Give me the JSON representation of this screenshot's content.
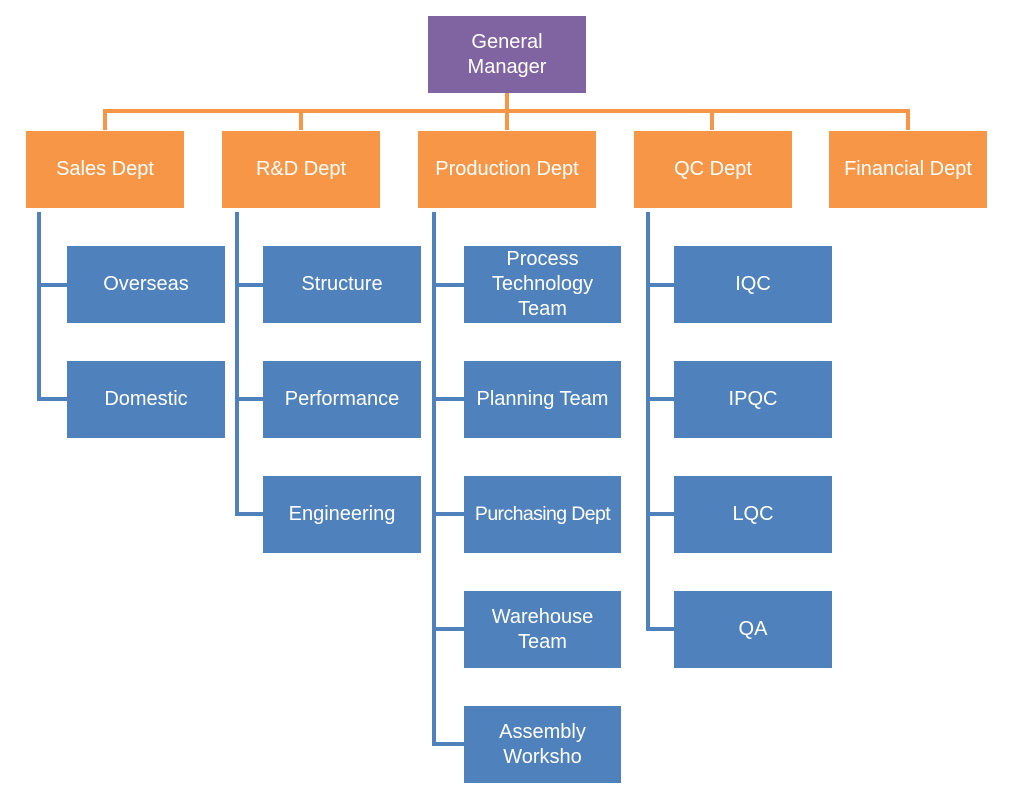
{
  "colors": {
    "general_manager": "#8064a2",
    "department": "#f79646",
    "team": "#4f81bd",
    "connector_top": "#f79646",
    "connector_team": "#4f81bd"
  },
  "general_manager": {
    "label": "General\nManager"
  },
  "departments": [
    {
      "label": "Sales Dept",
      "teams": [
        {
          "label": "Overseas"
        },
        {
          "label": "Domestic"
        }
      ]
    },
    {
      "label": "R&D Dept",
      "teams": [
        {
          "label": "Structure"
        },
        {
          "label": "Performance"
        },
        {
          "label": "Engineering"
        }
      ]
    },
    {
      "label": "Production Dept",
      "teams": [
        {
          "label": "Process\nTechnology\nTeam"
        },
        {
          "label": "Planning Team"
        },
        {
          "label": "Purchasing Dept"
        },
        {
          "label": "Warehouse\nTeam"
        },
        {
          "label": "Assembly\nWorksho"
        }
      ]
    },
    {
      "label": "QC Dept",
      "teams": [
        {
          "label": "IQC"
        },
        {
          "label": "IPQC"
        },
        {
          "label": "LQC"
        },
        {
          "label": "QA"
        }
      ]
    },
    {
      "label": "Financial Dept",
      "teams": []
    }
  ]
}
